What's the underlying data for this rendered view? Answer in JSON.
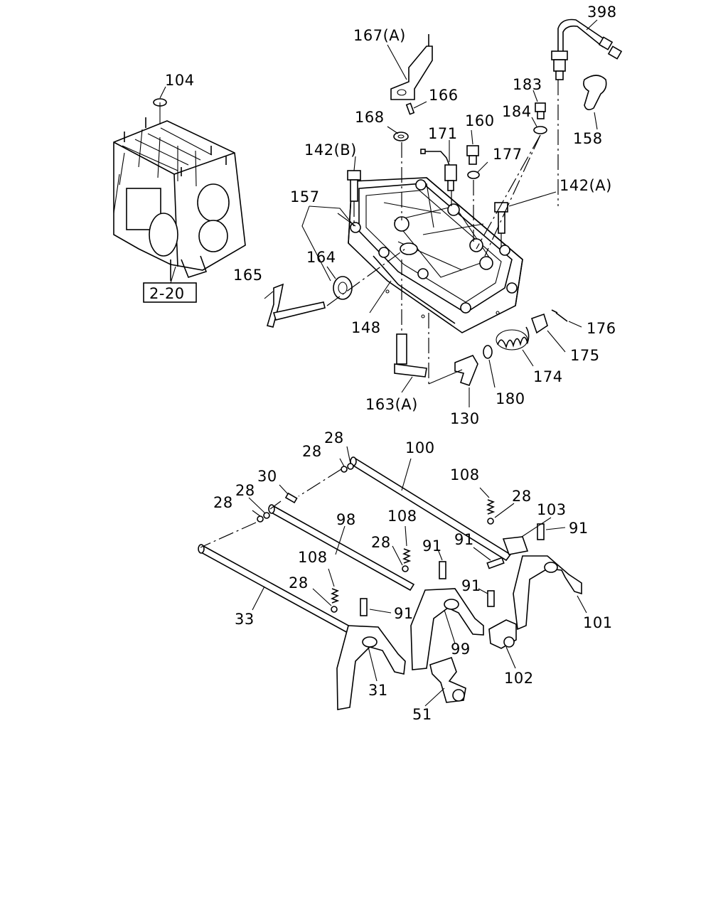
{
  "diagram": {
    "reference_box": "2-20",
    "callouts": [
      {
        "id": "c398",
        "text": "398"
      },
      {
        "id": "c167a",
        "text": "167(A)"
      },
      {
        "id": "c104",
        "text": "104"
      },
      {
        "id": "c166",
        "text": "166"
      },
      {
        "id": "c183",
        "text": "183"
      },
      {
        "id": "c168",
        "text": "168"
      },
      {
        "id": "c184",
        "text": "184"
      },
      {
        "id": "c160",
        "text": "160"
      },
      {
        "id": "c171",
        "text": "171"
      },
      {
        "id": "c158",
        "text": "158"
      },
      {
        "id": "c142b",
        "text": "142(B)"
      },
      {
        "id": "c177",
        "text": "177"
      },
      {
        "id": "c142a",
        "text": "142(A)"
      },
      {
        "id": "c157",
        "text": "157"
      },
      {
        "id": "c164",
        "text": "164"
      },
      {
        "id": "c165",
        "text": "165"
      },
      {
        "id": "c148",
        "text": "148"
      },
      {
        "id": "c176",
        "text": "176"
      },
      {
        "id": "c175",
        "text": "175"
      },
      {
        "id": "c174",
        "text": "174"
      },
      {
        "id": "c163a",
        "text": "163(A)"
      },
      {
        "id": "c180",
        "text": "180"
      },
      {
        "id": "c130",
        "text": "130"
      },
      {
        "id": "c28a",
        "text": "28"
      },
      {
        "id": "c28b",
        "text": "28"
      },
      {
        "id": "c100",
        "text": "100"
      },
      {
        "id": "c30",
        "text": "30"
      },
      {
        "id": "c108a",
        "text": "108"
      },
      {
        "id": "c28c",
        "text": "28"
      },
      {
        "id": "c28d",
        "text": "28"
      },
      {
        "id": "c28e",
        "text": "28"
      },
      {
        "id": "c98",
        "text": "98"
      },
      {
        "id": "c103",
        "text": "103"
      },
      {
        "id": "c108b",
        "text": "108"
      },
      {
        "id": "c91a",
        "text": "91"
      },
      {
        "id": "c91b",
        "text": "91"
      },
      {
        "id": "c28f",
        "text": "28"
      },
      {
        "id": "c91c",
        "text": "91"
      },
      {
        "id": "c108c",
        "text": "108"
      },
      {
        "id": "c91d",
        "text": "91"
      },
      {
        "id": "c28g",
        "text": "28"
      },
      {
        "id": "c91e",
        "text": "91"
      },
      {
        "id": "c33",
        "text": "33"
      },
      {
        "id": "c99",
        "text": "99"
      },
      {
        "id": "c101",
        "text": "101"
      },
      {
        "id": "c102",
        "text": "102"
      },
      {
        "id": "c31",
        "text": "31"
      },
      {
        "id": "c51",
        "text": "51"
      }
    ]
  }
}
